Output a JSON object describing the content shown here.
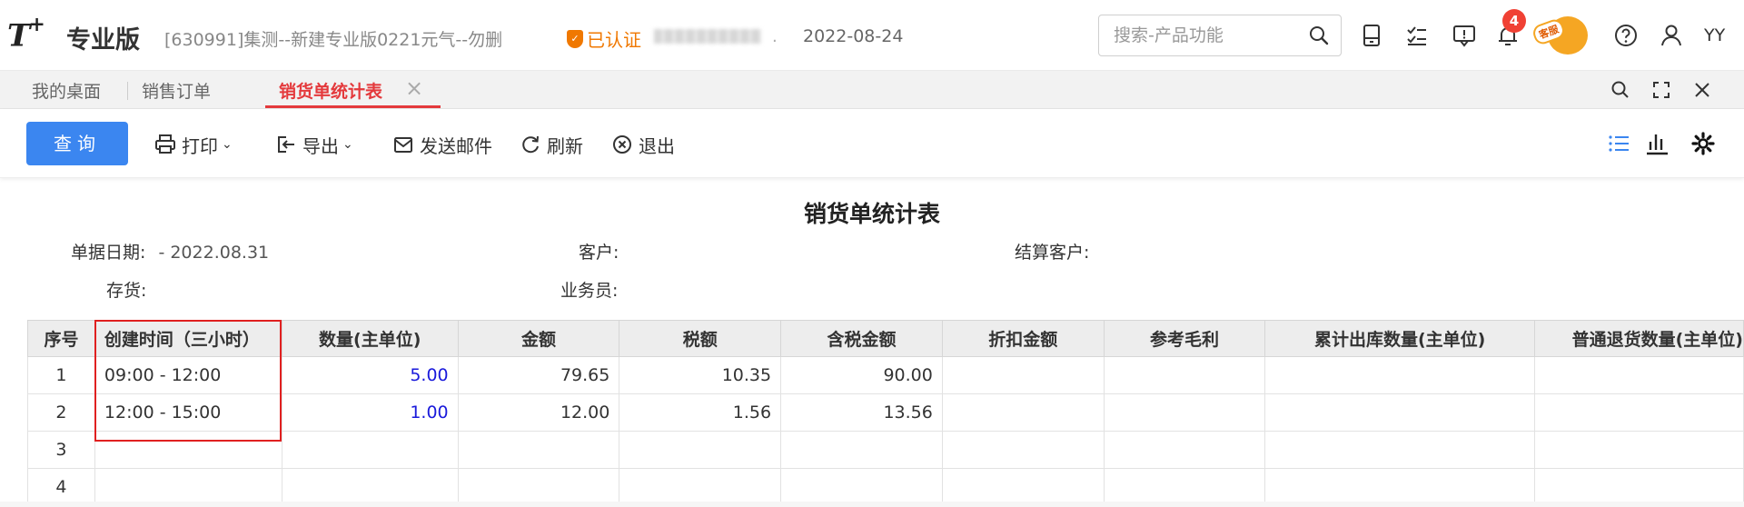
{
  "header": {
    "edition": "专业版",
    "company": "[630991]集测--新建专业版0221元气--勿删",
    "verified_label": "已认证",
    "date": "2022-08-24",
    "search_placeholder": "搜索-产品功能",
    "notification_count": "4",
    "mascot_tag": "客服",
    "user_initials": "YY"
  },
  "tabs": [
    {
      "label": "我的桌面"
    },
    {
      "label": "销售订单"
    },
    {
      "label": "销货单统计表"
    }
  ],
  "toolbar": {
    "query": "查询",
    "print": "打印",
    "export": "导出",
    "send_mail": "发送邮件",
    "refresh": "刷新",
    "exit": "退出"
  },
  "report": {
    "title": "销货单统计表",
    "filters": {
      "doc_date_label": "单据日期:",
      "doc_date_value": "- 2022.08.31",
      "customer_label": "客户:",
      "settle_customer_label": "结算客户:",
      "inventory_label": "存货:",
      "salesperson_label": "业务员:"
    },
    "columns": [
      "序号",
      "创建时间（三小时）",
      "数量(主单位)",
      "金额",
      "税额",
      "含税金额",
      "折扣金额",
      "参考毛利",
      "累计出库数量(主单位)",
      "普通退货数量(主单位)"
    ],
    "rows": [
      {
        "idx": "1",
        "time": "09:00 - 12:00",
        "qty": "5.00",
        "amount": "79.65",
        "tax": "10.35",
        "total": "90.00",
        "discount": "",
        "profit": "",
        "out_qty": "",
        "return_qty": ""
      },
      {
        "idx": "2",
        "time": "12:00 - 15:00",
        "qty": "1.00",
        "amount": "12.00",
        "tax": "1.56",
        "total": "13.56",
        "discount": "",
        "profit": "",
        "out_qty": "",
        "return_qty": ""
      },
      {
        "idx": "3",
        "time": "",
        "qty": "",
        "amount": "",
        "tax": "",
        "total": "",
        "discount": "",
        "profit": "",
        "out_qty": "",
        "return_qty": ""
      },
      {
        "idx": "4",
        "time": "",
        "qty": "",
        "amount": "",
        "tax": "",
        "total": "",
        "discount": "",
        "profit": "",
        "out_qty": "",
        "return_qty": ""
      }
    ]
  },
  "colors": {
    "accent": "#3b86f0",
    "active_tab": "#e4393c",
    "verified": "#f07800",
    "link_number": "#1a1adb",
    "highlight_box": "#e02020"
  }
}
